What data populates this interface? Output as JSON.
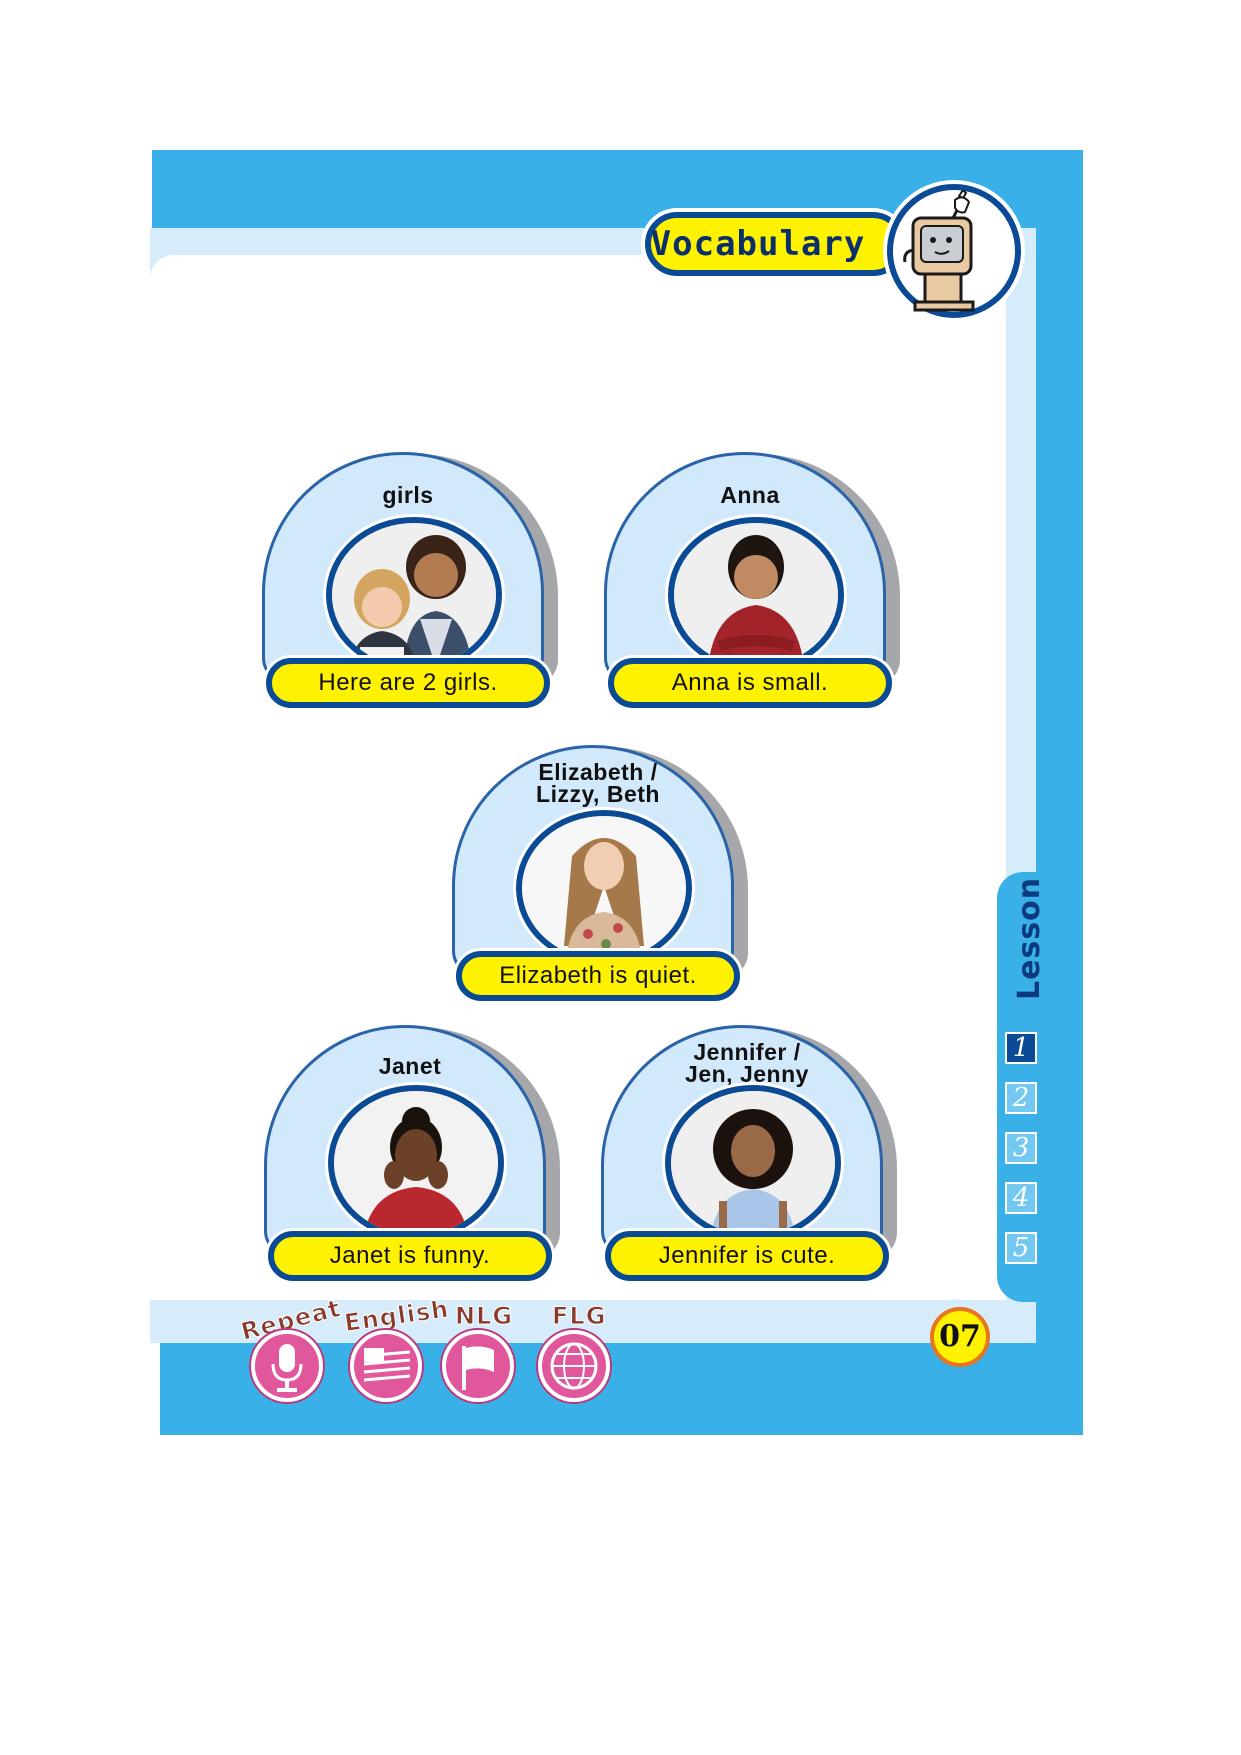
{
  "header": {
    "title": "Vocabulary",
    "mascot_icon": "computer-mascot-icon"
  },
  "cards": [
    {
      "title": "girls",
      "caption": "Here are 2 girls."
    },
    {
      "title": "Anna",
      "caption": "Anna is small."
    },
    {
      "title_line1": "Elizabeth /",
      "title_line2": "Lizzy, Beth",
      "caption": "Elizabeth is quiet."
    },
    {
      "title": "Janet",
      "caption": "Janet is funny."
    },
    {
      "title_line1": "Jennifer /",
      "title_line2": "Jen, Jenny",
      "caption": "Jennifer is cute."
    }
  ],
  "lesson": {
    "label": "Lesson",
    "numbers": [
      "1",
      "2",
      "3",
      "4",
      "5"
    ],
    "active": "1"
  },
  "page_number": "07",
  "bottom_icons": [
    {
      "label": "Repeat",
      "icon": "microphone-icon"
    },
    {
      "label": "English",
      "icon": "us-flag-icon"
    },
    {
      "label": "NLG",
      "icon": "white-flag-icon"
    },
    {
      "label": "FLG",
      "icon": "globe-icon"
    }
  ],
  "colors": {
    "frame_blue": "#3ab0e8",
    "navy": "#0b4a94",
    "yellow": "#fff200",
    "pink": "#e0579b"
  }
}
